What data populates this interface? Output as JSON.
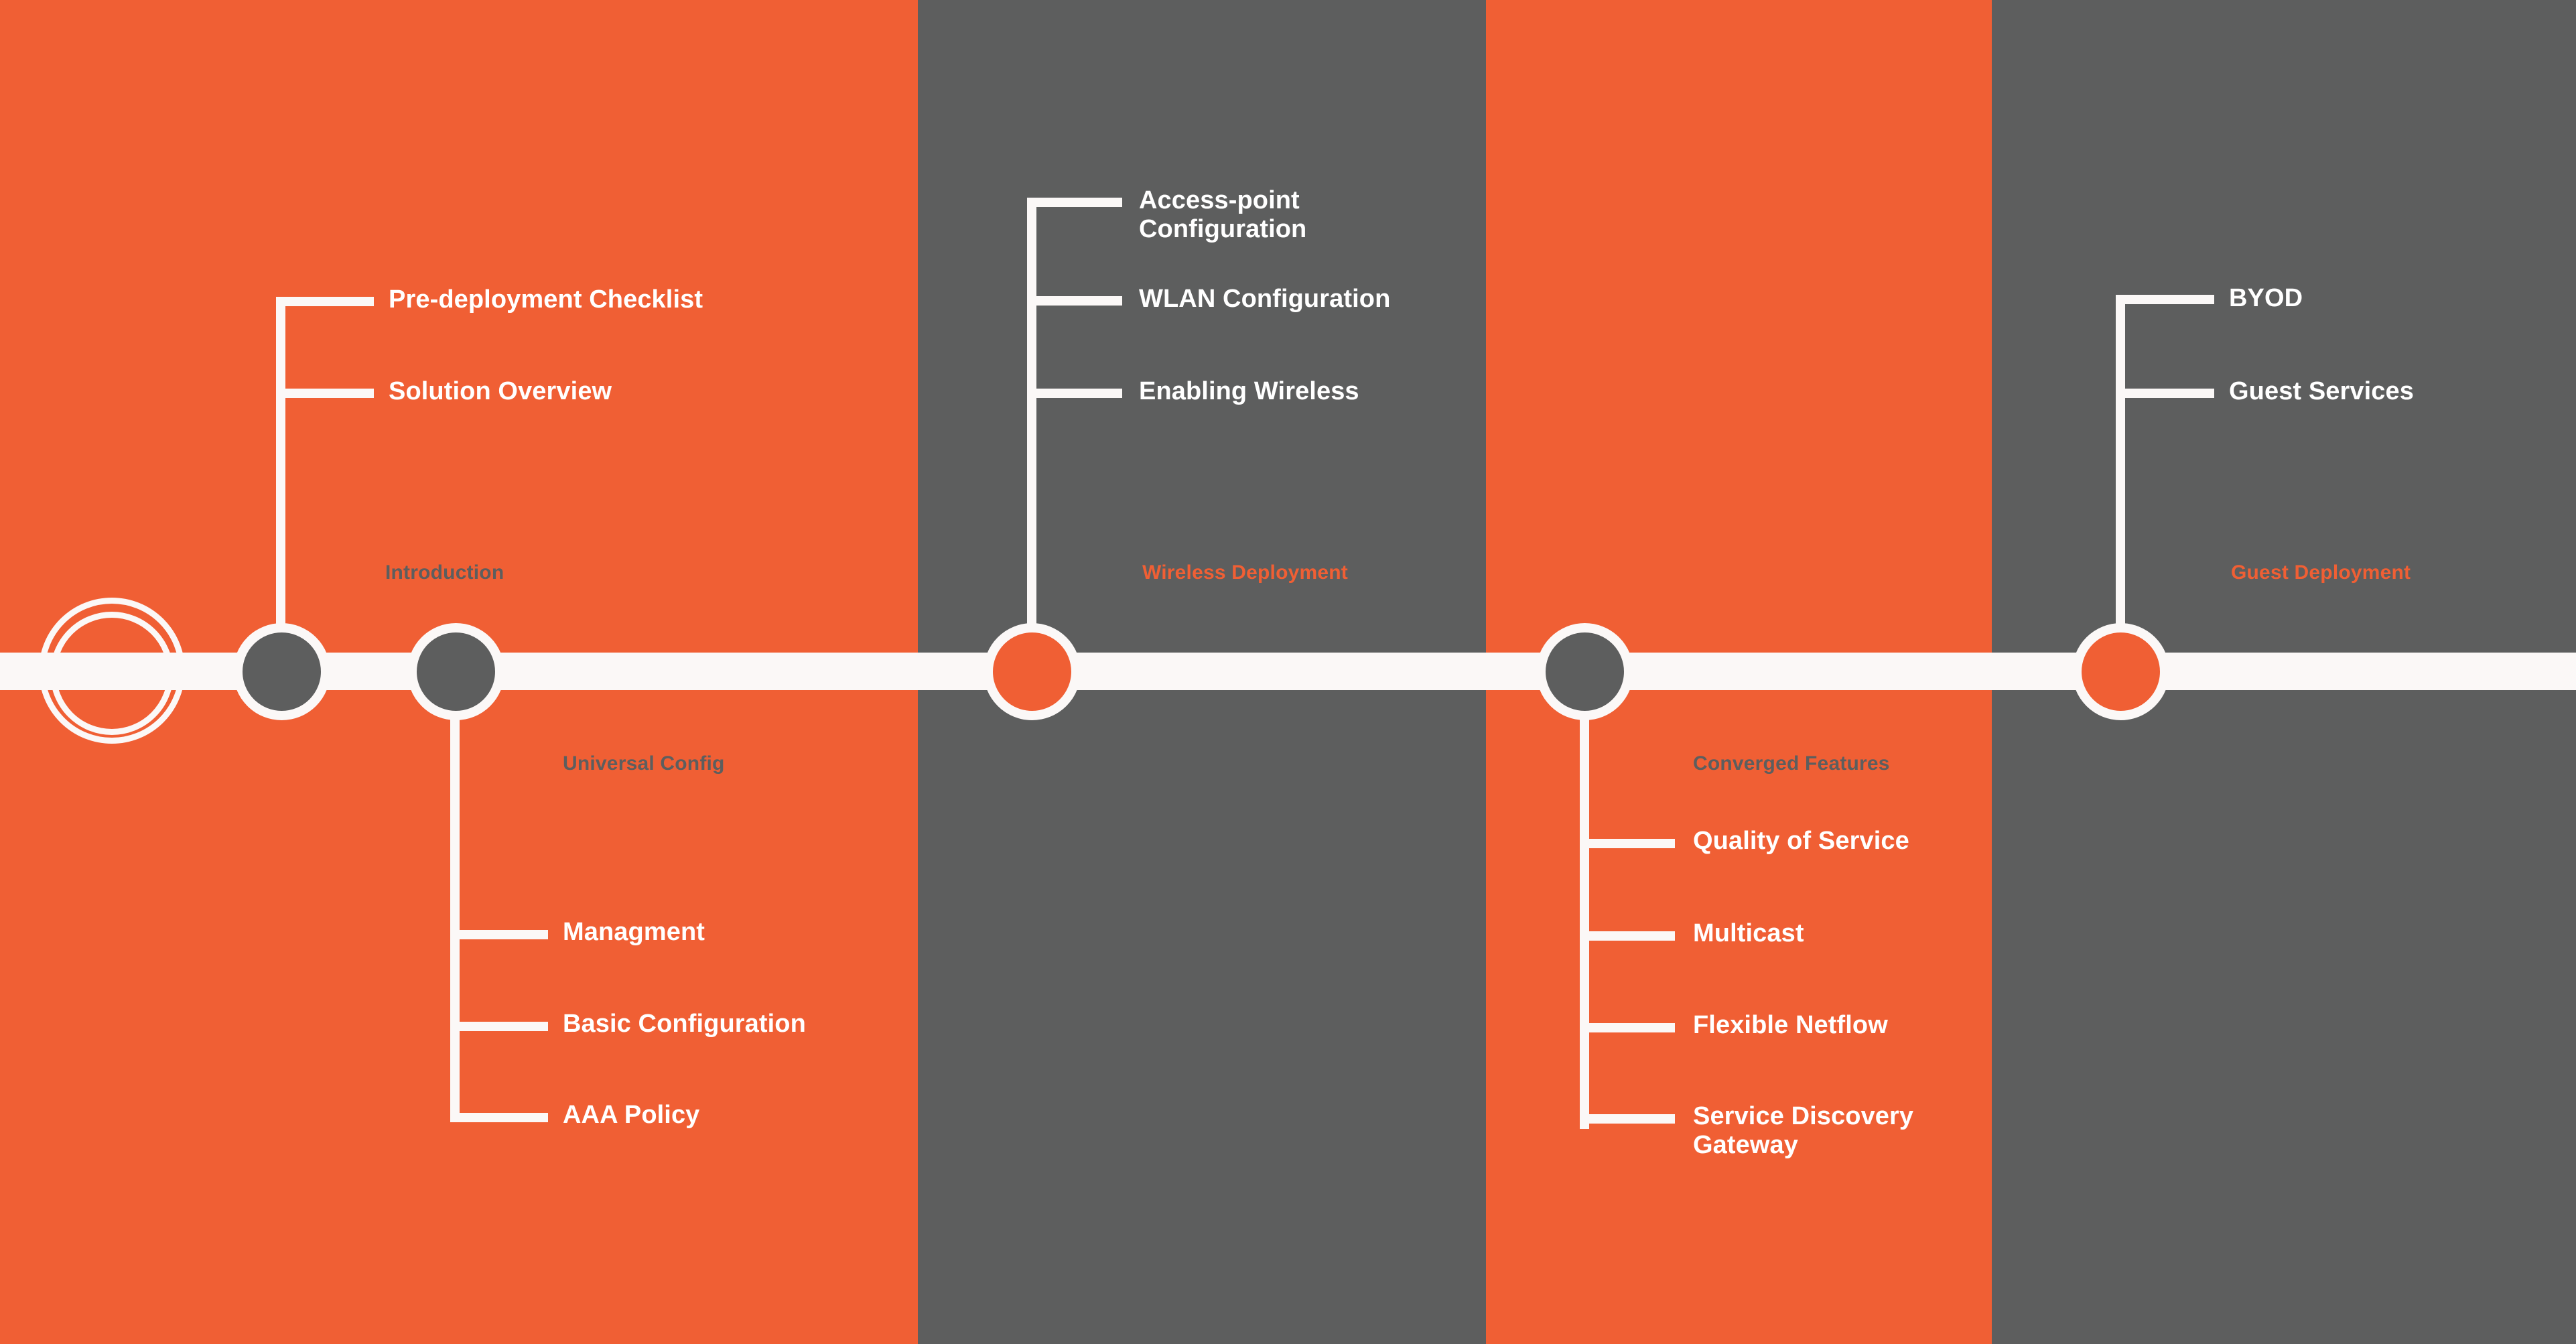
{
  "colors": {
    "orange": "#F05F34",
    "gray": "#5D5E5E",
    "white": "#FBF8F7",
    "label_on_orange": "#5D5E5E",
    "label_on_gray": "#F05F34",
    "sub_label": "#FFFFFF"
  },
  "bands": [
    {
      "name": "band-1",
      "color": "#F05F34"
    },
    {
      "name": "band-2",
      "color": "#5D5E5E"
    },
    {
      "name": "band-3",
      "color": "#F05F34"
    },
    {
      "name": "band-4",
      "color": "#5D5E5E"
    }
  ],
  "timeline": {
    "start_marker": "double-ring-start-node",
    "groups": [
      {
        "id": "introduction",
        "label": "Introduction",
        "label_on": "orange",
        "node_type": "gray",
        "branch_direction": "up",
        "items": [
          "Pre-deployment Checklist",
          "Solution Overview"
        ]
      },
      {
        "id": "universal-config",
        "label": "Universal Config",
        "label_on": "orange",
        "node_type": "gray",
        "branch_direction": "down",
        "items": [
          "Managment",
          "Basic Configuration",
          "AAA Policy"
        ]
      },
      {
        "id": "wireless-deployment",
        "label": "Wireless Deployment",
        "label_on": "gray",
        "node_type": "orange",
        "branch_direction": "up",
        "items": [
          "Access-point\nConfiguration",
          "WLAN Configuration",
          "Enabling Wireless"
        ]
      },
      {
        "id": "converged-features",
        "label": "Converged Features",
        "label_on": "orange",
        "node_type": "gray",
        "branch_direction": "down",
        "items": [
          "Quality of Service",
          "Multicast",
          "Flexible Netflow",
          "Service Discovery\nGateway"
        ]
      },
      {
        "id": "guest-deployment",
        "label": "Guest Deployment",
        "label_on": "gray",
        "node_type": "orange",
        "branch_direction": "up",
        "items": [
          "BYOD",
          "Guest Services"
        ]
      }
    ]
  }
}
